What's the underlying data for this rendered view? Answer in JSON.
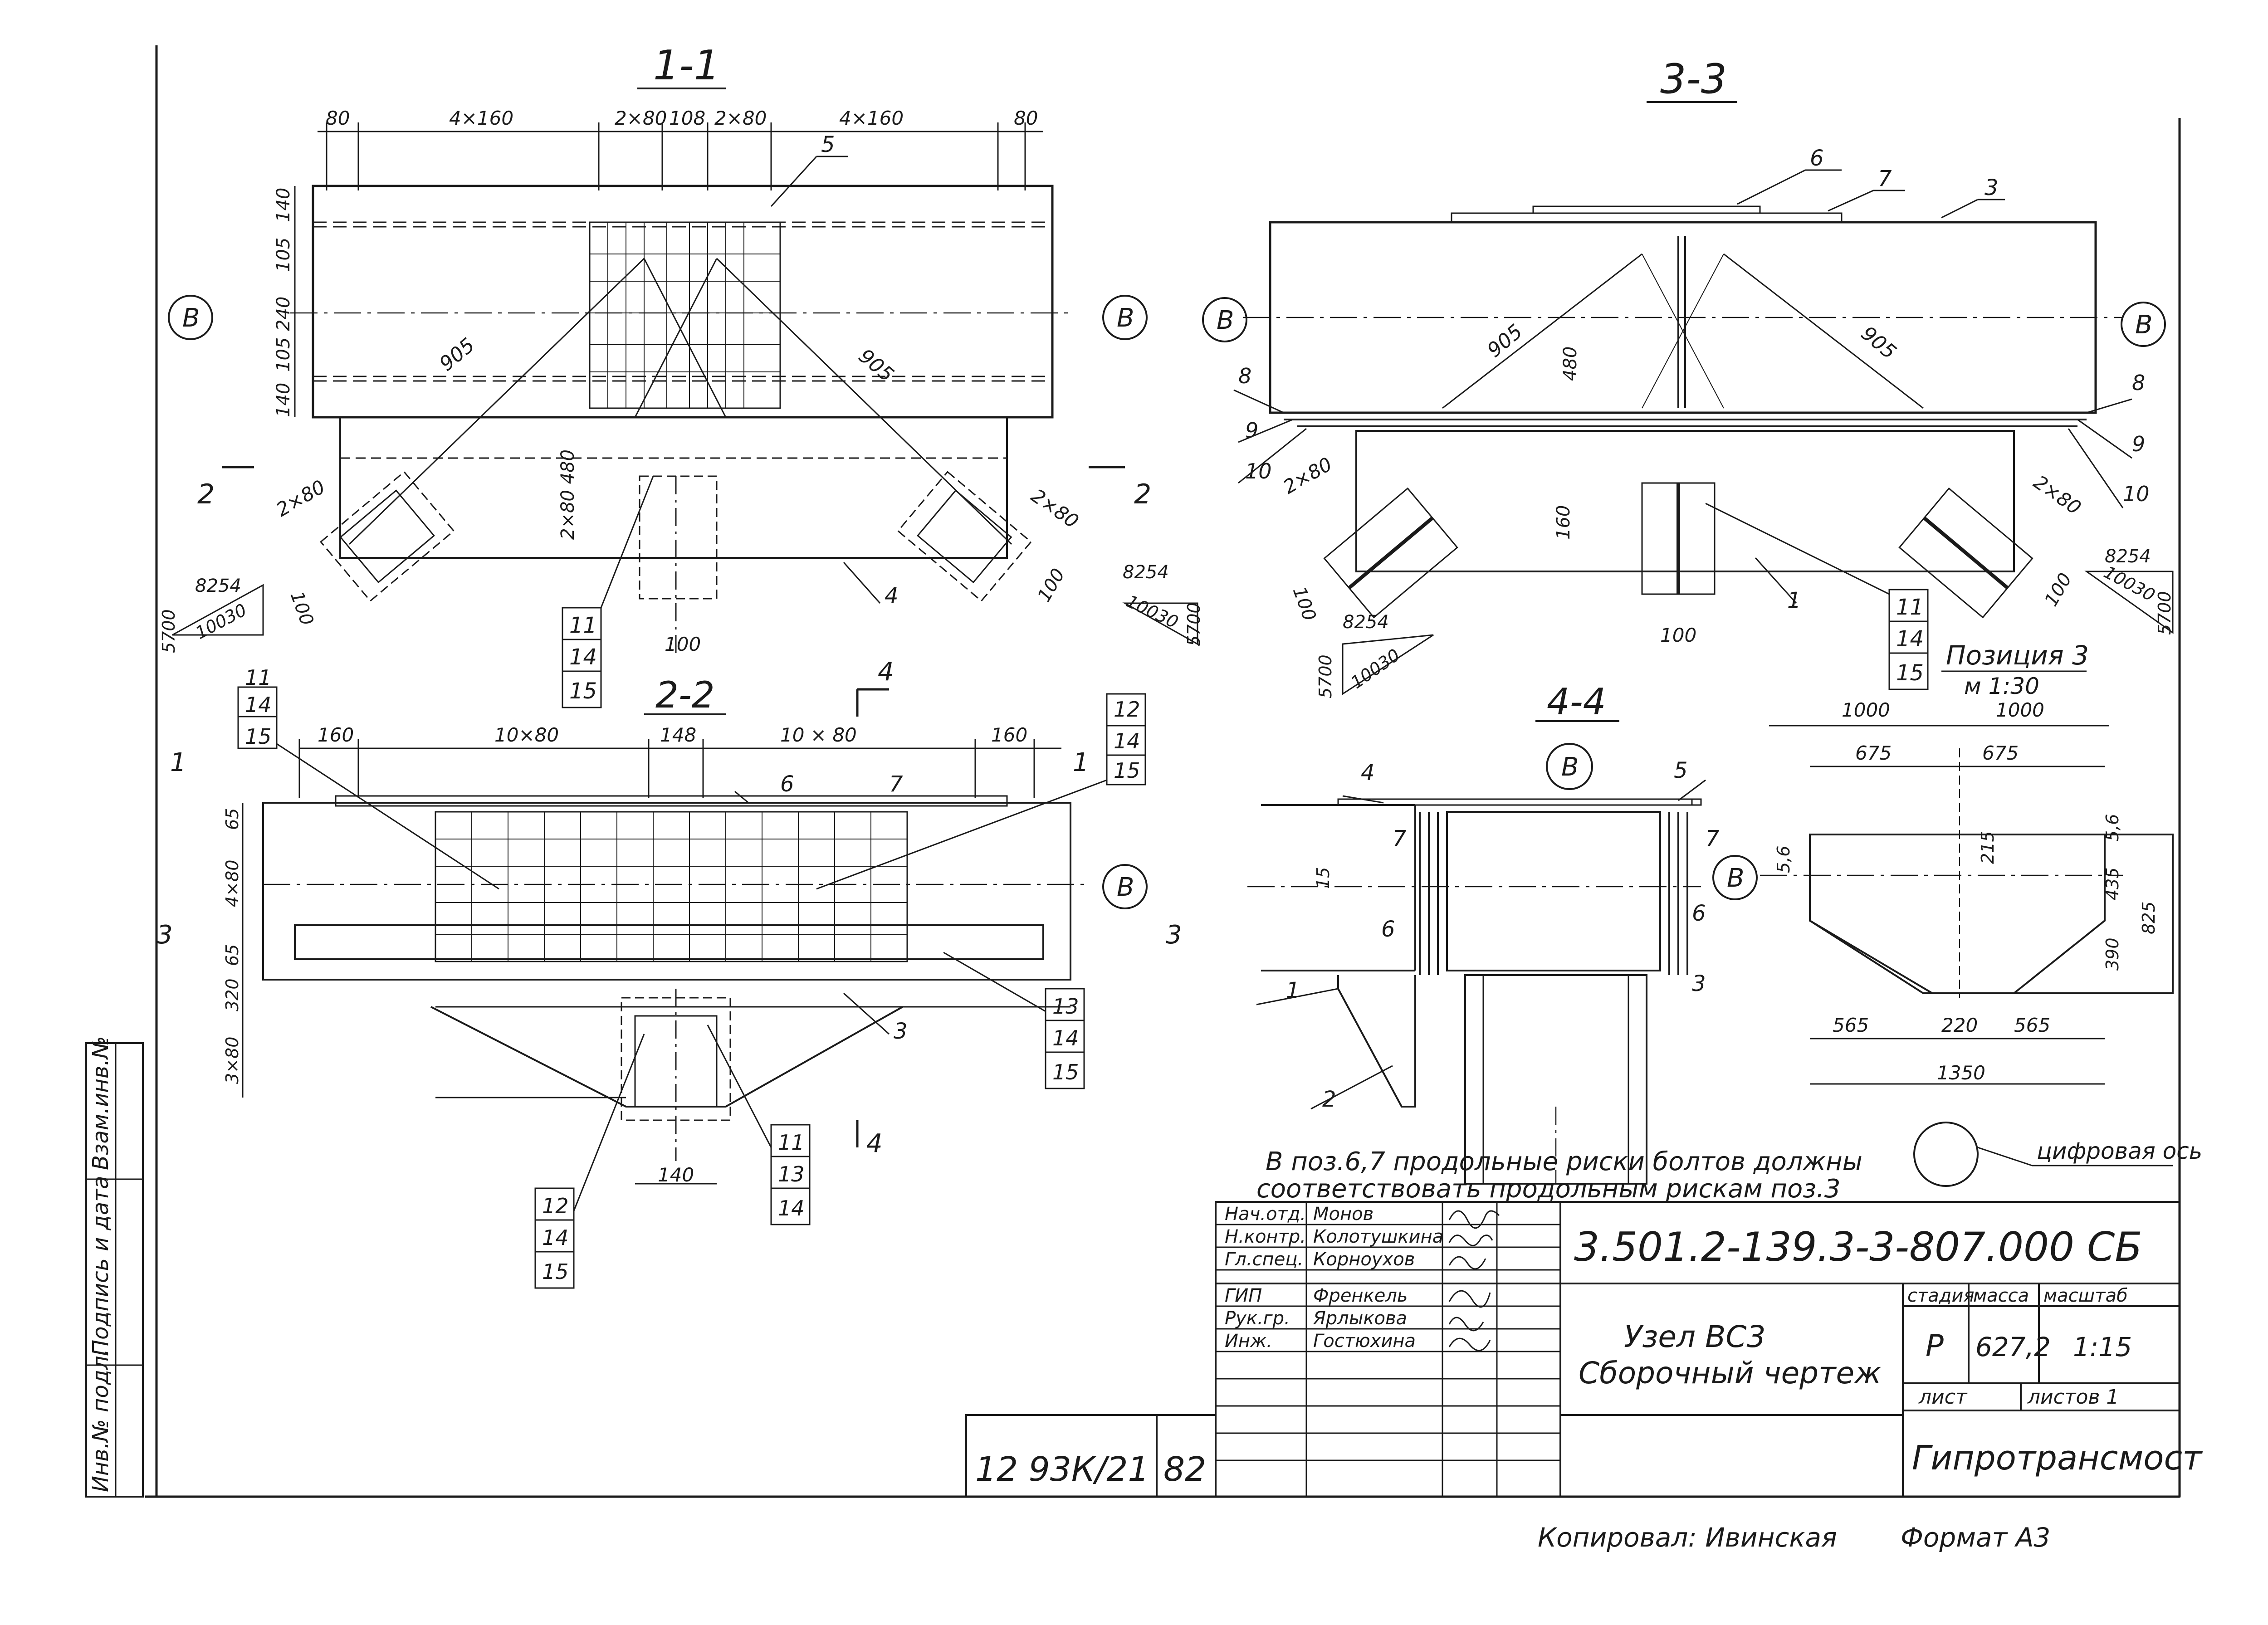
{
  "sections": {
    "s11": "1-1",
    "s22": "2-2",
    "s33": "3-3",
    "s44": "4-4"
  },
  "axis_label": "B",
  "dims_1_1": {
    "top_80_left": "80",
    "top_4x160_left": "4×160",
    "top_2x80_left": "2×80",
    "top_108": "108",
    "top_2x80_right": "2×80",
    "top_4x160_right": "4×160",
    "top_80_right": "80",
    "v_140_top": "140",
    "v_105_top": "105",
    "v_240": "240",
    "v_105_bot": "105",
    "v_140_bot": "140",
    "diag_905_left": "905",
    "diag_905_right": "905",
    "v_2x80_480": "2×80 480",
    "bot_100": "100",
    "lbl_2x80_left": "2×80",
    "lbl_2x80_right": "2×80",
    "lbl_100_left": "100",
    "lbl_100_right": "100",
    "slope_a": "8254",
    "slope_b": "10030",
    "slope_c": "5700"
  },
  "dims_2_2": {
    "top_160_left": "160",
    "top_10x80_left": "10×80",
    "top_148": "148",
    "top_10x80_right": "10 × 80",
    "top_160_right": "160",
    "v_65_top": "65",
    "v_4x80": "4×80",
    "v_65_bot": "65",
    "v_320": "320",
    "v_3x80": "3×80",
    "bot_140": "140"
  },
  "dims_3_3": {
    "diag_905_left": "905",
    "diag_905_right": "905",
    "v_480": "480",
    "lbl_2x80_left": "2×80",
    "lbl_2x80_right": "2×80",
    "v_160": "160",
    "bot_100": "100",
    "lbl_100_left": "100",
    "lbl_100_right": "100"
  },
  "dims_4_4": {
    "v_15": "15"
  },
  "dims_pos3": {
    "w_1000_l": "1000",
    "w_1000_r": "1000",
    "w_675_l": "675",
    "w_675_r": "675",
    "v_56_l": "5,6",
    "v_56_r": "5,6",
    "v_215": "215",
    "v_435": "435",
    "v_825": "825",
    "v_390": "390",
    "b_565_l": "565",
    "b_220": "220",
    "b_565_r": "565",
    "b_1350": "1350",
    "digital_axis": "цифровая ось"
  },
  "markers": {
    "m1": "1",
    "m2": "2",
    "m3": "3",
    "m4": "4",
    "m5": "5",
    "m6": "6",
    "m7": "7",
    "m8": "8",
    "m9": "9",
    "m10": "10",
    "m11": "11",
    "m12": "12",
    "m13": "13",
    "m14": "14",
    "m15": "15"
  },
  "position_caption": "Позиция 3",
  "position_scale": "м 1:30",
  "note_line1": "В поз.6,7 продольные риски болтов должны",
  "note_line2": "соответствовать продольным рискам поз.3",
  "title_block": {
    "doc_number": "3.501.2-139.3-3-807.000 СБ",
    "title_line1": "Узел ВС3",
    "title_line2": "Сборочный чертеж",
    "stage_header": "стадия",
    "mass_header": "масса",
    "scale_header": "масштаб",
    "stage": "Р",
    "mass": "627,2",
    "scale": "1:15",
    "sheet_label": "лист",
    "sheets_label": "листов 1",
    "organization": "Гипротрансмост",
    "roles": [
      "Нач.отд.",
      "Н.контр.",
      "Гл.спец.",
      "ГИП",
      "Рук.гр.",
      "Инж."
    ],
    "names": [
      "Монов",
      "Колотушкина",
      "Корноухов",
      "Френкель",
      "Ярлыкова",
      "Гостюхина"
    ],
    "archive_number": "12 93К/21",
    "archive_sheet": "82"
  },
  "side_stamp": {
    "cell1": "Инв.№ подл.",
    "cell2": "Подпись и дата",
    "cell3": "Взам.инв.№"
  },
  "footer": {
    "copied_by": "Копировал: Ивинская",
    "format": "Формат А3"
  }
}
